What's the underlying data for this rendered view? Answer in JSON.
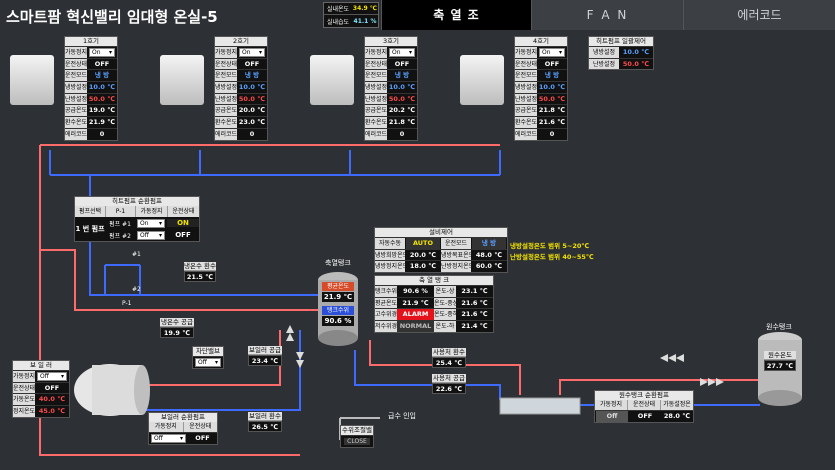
{
  "header": {
    "title": "스마트팜 혁신밸리 임대형 온실-5",
    "indoor_temp_label": "실내온도",
    "indoor_temp": "34.9 ℃",
    "indoor_hum_label": "실내습도",
    "indoor_hum": "41.1 %",
    "tabs": [
      "축 열 조",
      "F A N",
      "에러코드"
    ]
  },
  "units": [
    {
      "title": "1호기",
      "rows": [
        [
          "가동정지",
          "On"
        ],
        [
          "운전상태",
          "OFF"
        ],
        [
          "운전모드",
          "냉 방"
        ],
        [
          "냉방설정",
          "10.0 ℃"
        ],
        [
          "난방설정",
          "50.0 ℃"
        ],
        [
          "공급온도",
          "19.0 ℃"
        ],
        [
          "환수온도",
          "21.9 ℃"
        ],
        [
          "에러코드",
          "0"
        ]
      ]
    },
    {
      "title": "2호기",
      "rows": [
        [
          "가동정지",
          "On"
        ],
        [
          "운전상태",
          "OFF"
        ],
        [
          "운전모드",
          "냉 방"
        ],
        [
          "냉방설정",
          "10.0 ℃"
        ],
        [
          "난방설정",
          "50.0 ℃"
        ],
        [
          "공급온도",
          "20.0 ℃"
        ],
        [
          "환수온도",
          "23.0 ℃"
        ],
        [
          "에러코드",
          "0"
        ]
      ]
    },
    {
      "title": "3호기",
      "rows": [
        [
          "가동정지",
          "On"
        ],
        [
          "운전상태",
          "OFF"
        ],
        [
          "운전모드",
          "냉 방"
        ],
        [
          "냉방설정",
          "10.0 ℃"
        ],
        [
          "난방설정",
          "50.0 ℃"
        ],
        [
          "공급온도",
          "20.2 ℃"
        ],
        [
          "환수온도",
          "21.8 ℃"
        ],
        [
          "에러코드",
          "0"
        ]
      ]
    },
    {
      "title": "4호기",
      "rows": [
        [
          "가동정지",
          "On"
        ],
        [
          "운전상태",
          "OFF"
        ],
        [
          "운전모드",
          "냉 방"
        ],
        [
          "냉방설정",
          "10.0 ℃"
        ],
        [
          "난방설정",
          "50.0 ℃"
        ],
        [
          "공급온도",
          "21.8 ℃"
        ],
        [
          "환수온도",
          "21.6 ℃"
        ],
        [
          "에러코드",
          "0"
        ]
      ]
    }
  ],
  "heatpump_avg": {
    "title": "히트펌프 일괄제어",
    "rows": [
      [
        "냉방설정",
        "10.0 ℃"
      ],
      [
        "난방설정",
        "50.0 ℃"
      ]
    ]
  },
  "circ_pump": {
    "title": "히트펌프 순환펌프",
    "h1": "펌프선택",
    "h2": "P-1",
    "h3": "가동정지",
    "h4": "운전상태",
    "sel": "1 번 펌프",
    "p1": "펌프 #1",
    "p1_sel": "On",
    "p1_state": "ON",
    "p2": "펌프 #2",
    "p2_sel": "Off",
    "p2_state": "OFF"
  },
  "labels": {
    "p1": "P-1",
    "n1": "#1",
    "n2": "#2",
    "tank_name": "축열탱크",
    "source_tank": "원수탱크",
    "water_in": "급수 인입",
    "mix_valve": "수위조절밸브",
    "mix_valve_state": "CLOSE"
  },
  "return_temp": {
    "label": "냉온수 환수",
    "value": "21.5 ℃"
  },
  "supply_temp": {
    "label": "냉온수 공급",
    "value": "19.9 ℃"
  },
  "equip": {
    "title": "설비제어",
    "r1": [
      "자동수동",
      "AUTO",
      "운전모드",
      "냉 방"
    ],
    "r2": [
      "냉방희망온도",
      "20.0 ℃",
      "냉방목표온도",
      "48.0 ℃"
    ],
    "r3": [
      "냉방정지온도",
      "18.0 ℃",
      "난방정지온도",
      "60.0 ℃"
    ],
    "note1": "냉방설정온도 범위 5~20℃",
    "note2": "난방설정온도 범위 40~55℃"
  },
  "tank": {
    "title": "축 열 탱 크",
    "rows": [
      [
        "탱크수위",
        "90.6 %",
        "온도-상",
        "23.1 ℃"
      ],
      [
        "평균온도",
        "21.9 ℃",
        "온도-중상",
        "21.6 ℃"
      ],
      [
        "고수위경보",
        "ALARM",
        "온도-중하",
        "21.6 ℃"
      ],
      [
        "저수위경보",
        "NORMAL",
        "온도-하",
        "21.4 ℃"
      ]
    ],
    "avg_label": "평균온도",
    "avg": "21.9 ℃",
    "level_label": "탱크수위",
    "level": "90.6 %"
  },
  "user_return": {
    "label": "사용처 환수",
    "value": "25.4 ℃"
  },
  "user_supply": {
    "label": "사용처 공급",
    "value": "22.6 ℃"
  },
  "boiler": {
    "title": "보 일 러",
    "rows": [
      [
        "가동정지",
        "Off"
      ],
      [
        "운전상태",
        "OFF"
      ],
      [
        "가동온도",
        "40.0 ℃"
      ],
      [
        "정지온도",
        "45.0 ℃"
      ]
    ]
  },
  "valve": {
    "label": "차단밸브",
    "state": "Off"
  },
  "boiler_supply": {
    "label": "보일러 공급",
    "value": "23.4 ℃"
  },
  "boiler_return": {
    "label": "보일러 환수",
    "value": "26.5 ℃"
  },
  "boiler_pump": {
    "title": "보일러 순환펌프",
    "h1": "가동정지",
    "h2": "운전상태",
    "sel": "Off",
    "state": "OFF"
  },
  "source_temp": {
    "label": "원수온도",
    "value": "27.7 ℃"
  },
  "source_pump": {
    "title": "원수탱크 순환펌프",
    "h1": "가동정지",
    "h2": "운전상태",
    "h3": "가동설정온도",
    "sel": "Off",
    "state": "OFF",
    "set": "28.0 ℃"
  }
}
